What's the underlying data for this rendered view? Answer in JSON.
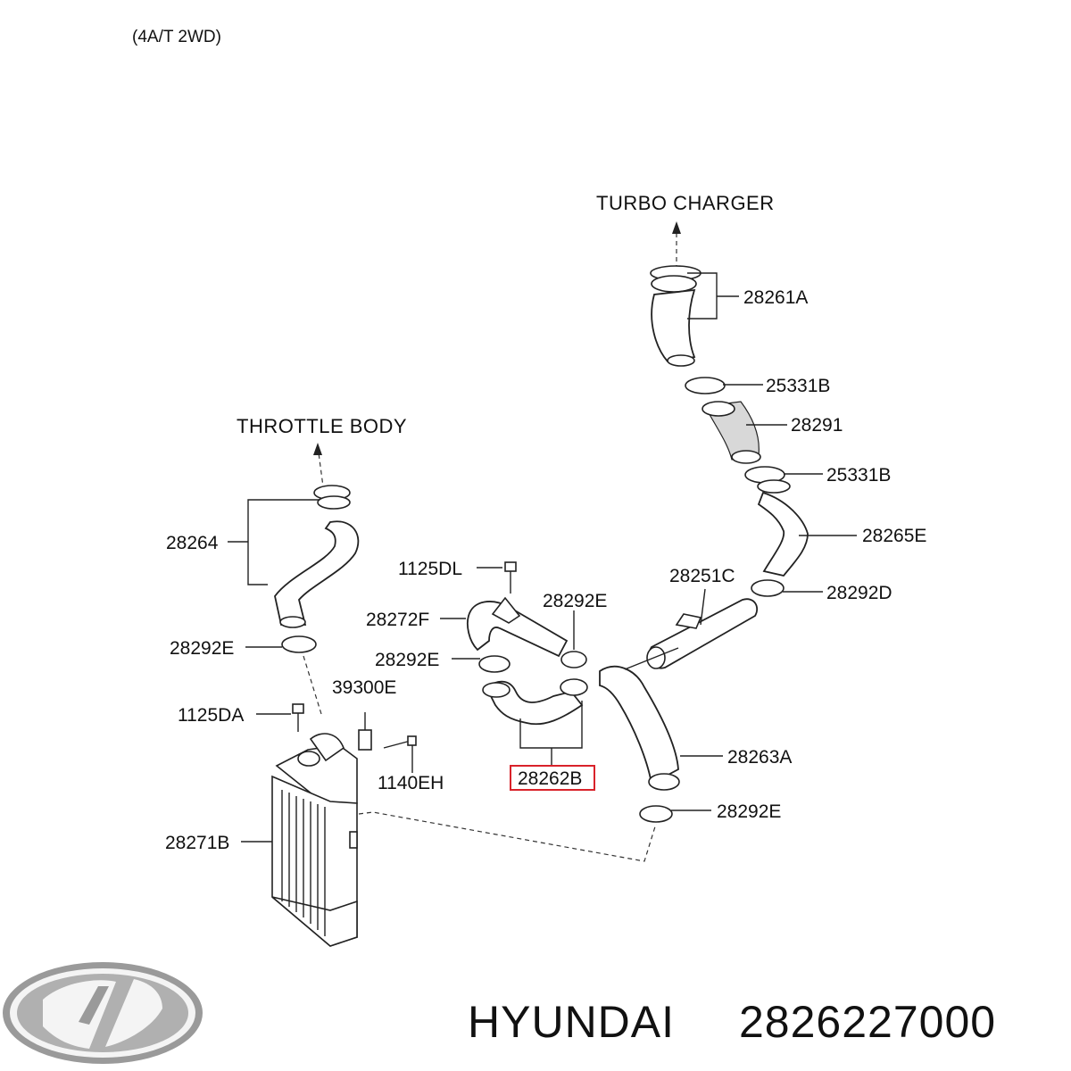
{
  "header": {
    "variant": "(4A/T 2WD)"
  },
  "captions": {
    "turbo_charger": "TURBO CHARGER",
    "throttle_body": "THROTTLE BODY"
  },
  "labels": {
    "p_28261A": "28261A",
    "p_25331B_top": "25331B",
    "p_28291": "28291",
    "p_25331B_bottom": "25331B",
    "p_28265E": "28265E",
    "p_28292D": "28292D",
    "p_28251C": "28251C",
    "p_28264": "28264",
    "p_1125DL": "1125DL",
    "p_28272F": "28272F",
    "p_28292E_a": "28292E",
    "p_28292E_b": "28292E",
    "p_28292E_c": "28292E",
    "p_28292E_d": "28292E",
    "p_39300E": "39300E",
    "p_1125DA": "1125DA",
    "p_1140EH": "1140EH",
    "p_28262B": "28262B",
    "p_28263A": "28263A",
    "p_28271B": "28271B"
  },
  "highlight": {
    "part": "28262B",
    "color": "#d9222a"
  },
  "footer": {
    "brand": "HYUNDAI",
    "part_number": "2826227000"
  }
}
